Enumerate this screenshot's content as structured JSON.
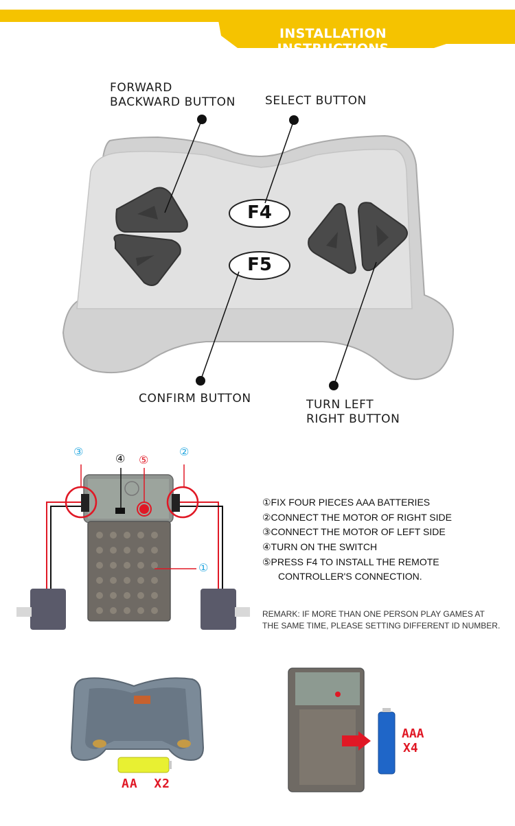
{
  "banner": {
    "title": "INSTALLATION INSTRUCTIONS",
    "color": "#f5c300"
  },
  "controller": {
    "callouts": {
      "forward_backward": "FORWARD\nBACKWARD BUTTON",
      "select": "SELECT BUTTON",
      "confirm": "CONFIRM BUTTON",
      "turn": "TURN LEFT\nRIGHT BUTTON"
    },
    "buttons": {
      "f4": "F4",
      "f5": "F5"
    },
    "body_color": "#d3d3d3",
    "button_color": "#4a4a4a"
  },
  "receiver": {
    "markers": {
      "m1": "①",
      "m2": "②",
      "m3": "③",
      "m4": "④",
      "m5": "⑤"
    },
    "marker_color": "#29a9e0",
    "highlight_color": "#e01825"
  },
  "steps": [
    "①FIX FOUR PIECES AAA BATTERIES",
    "②CONNECT THE MOTOR OF RIGHT SIDE",
    "③CONNECT THE MOTOR OF LEFT SIDE",
    "④TURN ON THE SWITCH",
    "⑤PRESS F4 TO INSTALL THE REMOTE",
    "CONTROLLER'S CONNECTION."
  ],
  "remark": {
    "line1": "REMARK: IF MORE THAN ONE PERSON PLAY GAMES AT",
    "line2": "THE SAME TIME, PLEASE SETTING DIFFERENT ID NUMBER."
  },
  "batteries": {
    "aa_label": "AA  X2",
    "aaa_label1": "AAA",
    "aaa_label2": "X4",
    "aa_color": "#e8f032",
    "aaa_color": "#1f66c8"
  }
}
